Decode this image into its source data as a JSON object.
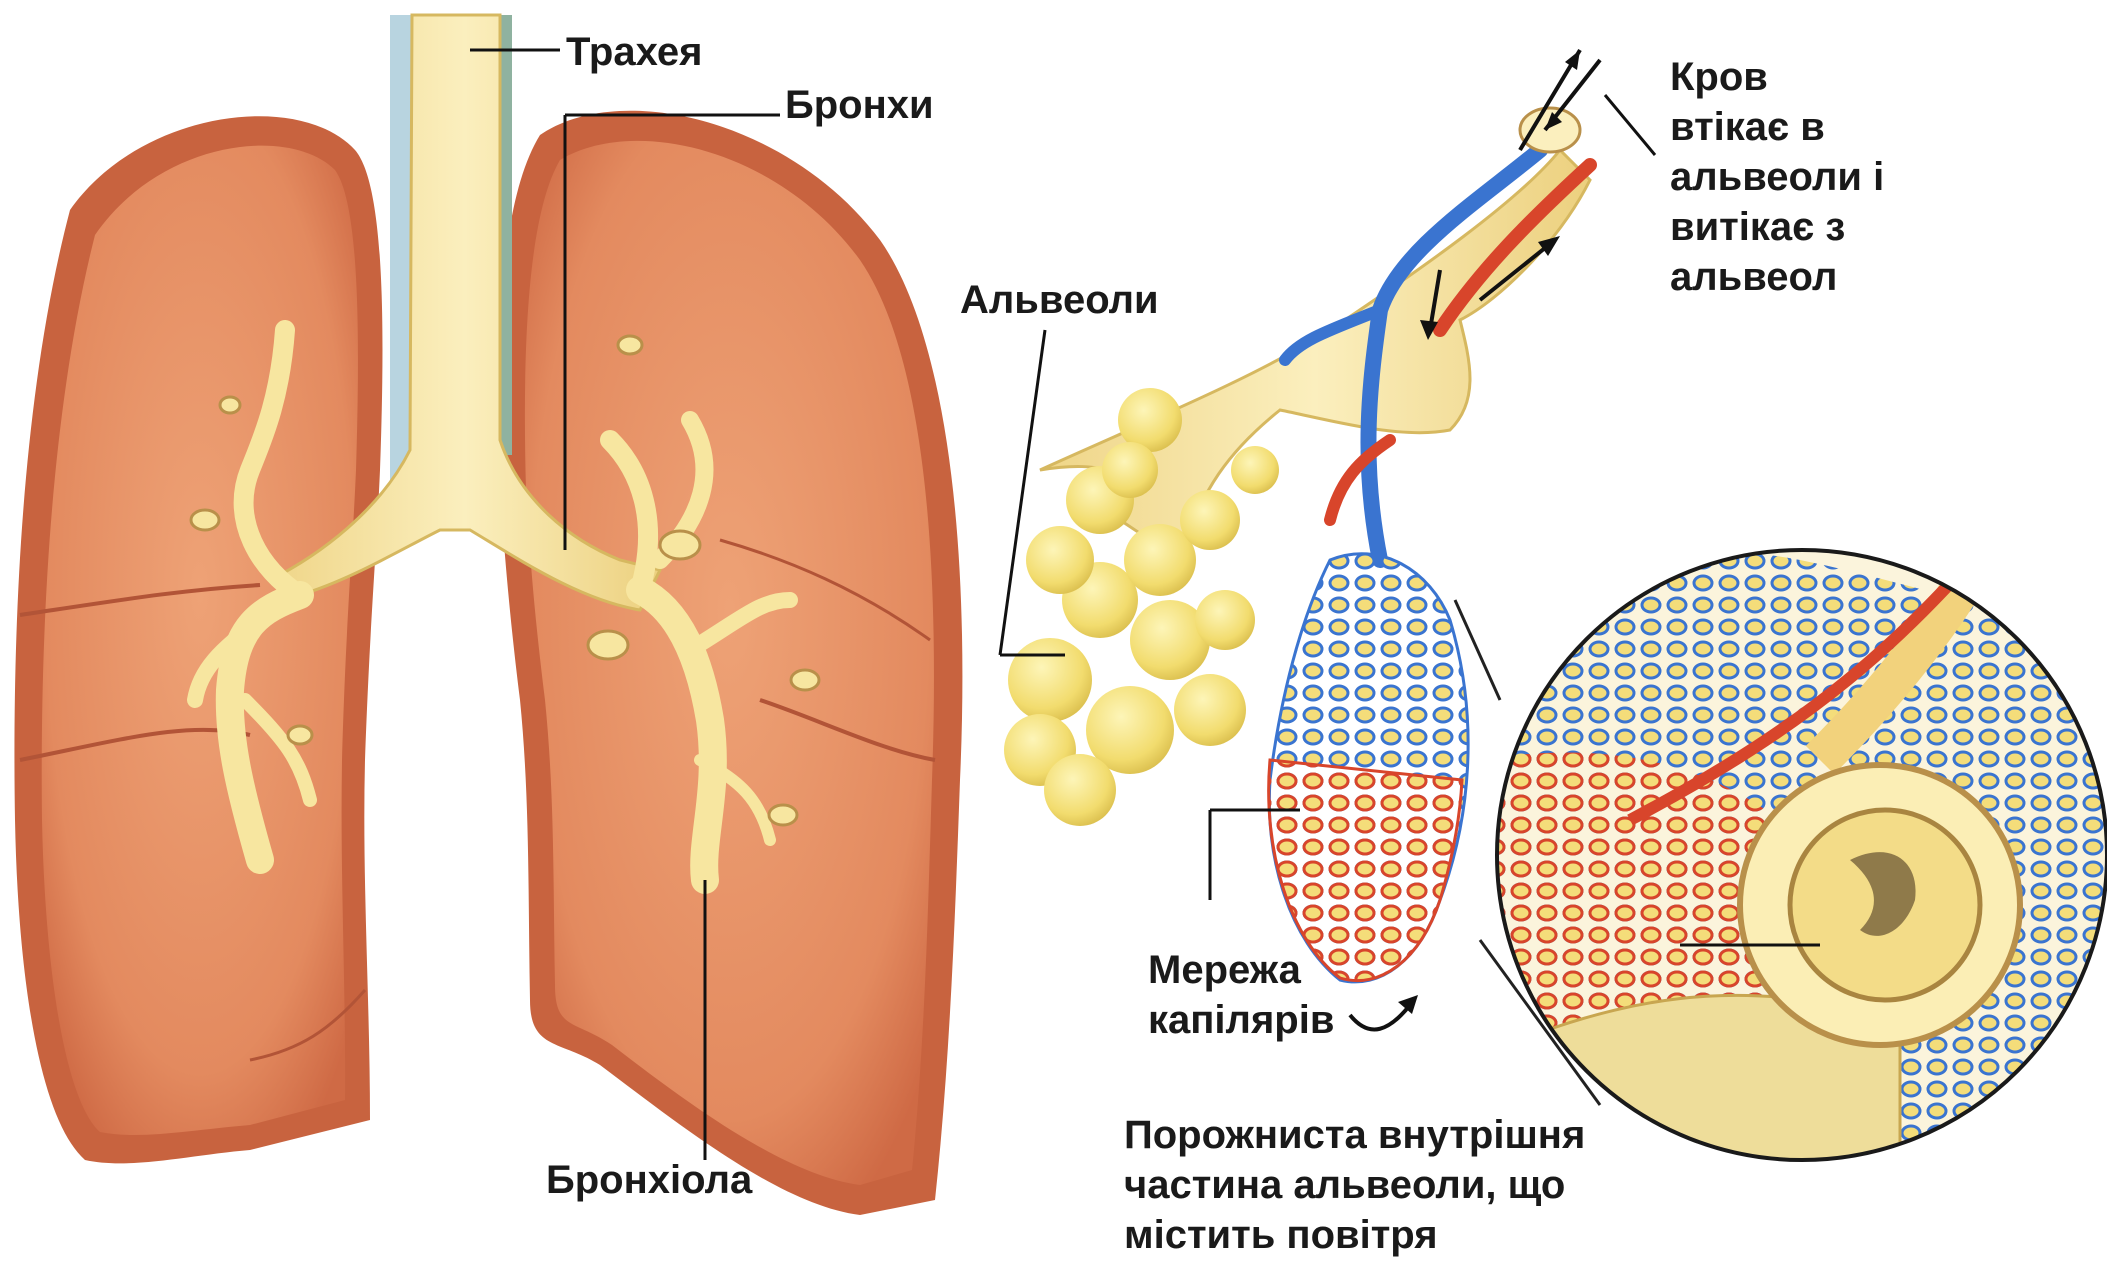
{
  "labels": {
    "trachea": "Трахея",
    "bronchi": "Бронхи",
    "bronchiole": "Бронхіола",
    "alveoli": "Альвеоли",
    "capillary_network": "Мережа\nкапілярів",
    "blood_flow": "Кров\nвтікає в\nальвеоли і\nвитікає з\nальвеол",
    "alveolus_cavity": "Порожниста внутрішня\nчастина альвеоли, що\nмістить повітря"
  },
  "colors": {
    "lung_tissue": "#e69267",
    "lung_outer": "#c8633f",
    "airway": "#f5e09a",
    "alveolus": "#f3e27a",
    "vein": "#3a74d0",
    "artery": "#d8452b",
    "label_text": "#1a1a1a"
  }
}
